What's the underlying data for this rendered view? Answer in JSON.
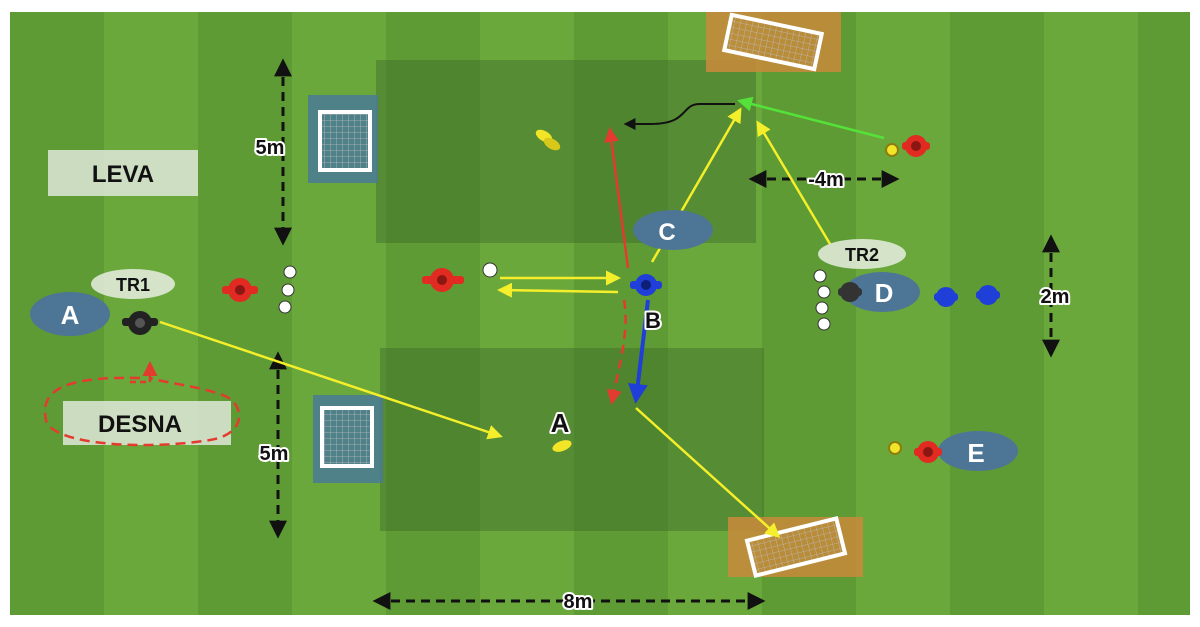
{
  "labels": {
    "leva": "LEVA",
    "desna": "DESNA",
    "tr1": "TR1",
    "tr2": "TR2",
    "a_left": "A",
    "a_center": "A",
    "b": "B",
    "c": "C",
    "d": "D",
    "e": "E"
  },
  "distances": {
    "top_left": "5m",
    "bottom_left": "5m",
    "right": "-4m",
    "far_right": "2m",
    "bottom": "8m"
  },
  "colors": {
    "grass_light": "#6aa83c",
    "grass_dark": "#5e9b34",
    "zone": "#4e7e33",
    "goal_box": "#4a7a96",
    "goal_box_orange": "#c98a3c",
    "yellow_path": "#f4ef2a",
    "red_path": "#e33b2e",
    "blue_path": "#1f3fd8",
    "green_path": "#54e23a",
    "team_red": "#e02a22",
    "team_blue": "#1f3fd8",
    "team_black": "#222222",
    "label_bubble": "#4d7596"
  }
}
